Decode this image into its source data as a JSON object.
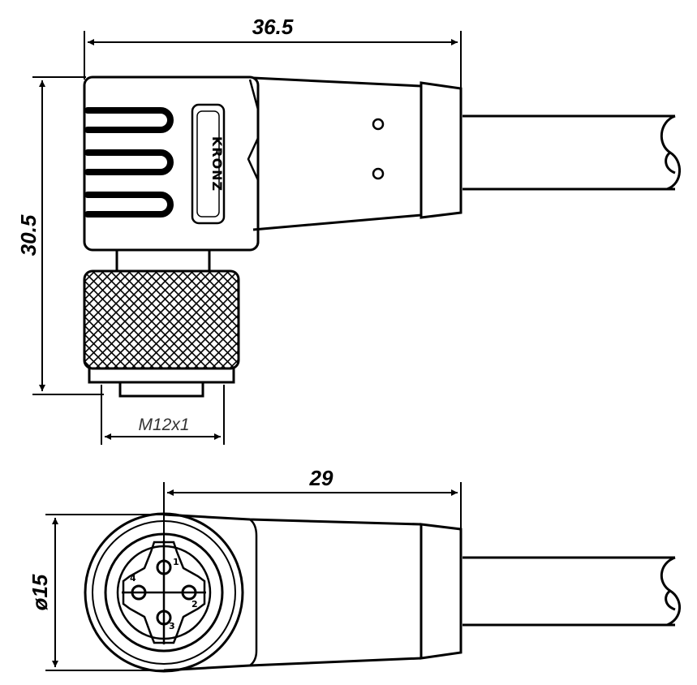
{
  "drawing": {
    "dimensions": {
      "length_top": "36.5",
      "height": "30.5",
      "thread": "M12x1",
      "length_bottom": "29",
      "diameter": "ø15"
    },
    "brand_text": "KRONZ",
    "pin_labels": [
      "1",
      "2",
      "3",
      "4"
    ]
  }
}
